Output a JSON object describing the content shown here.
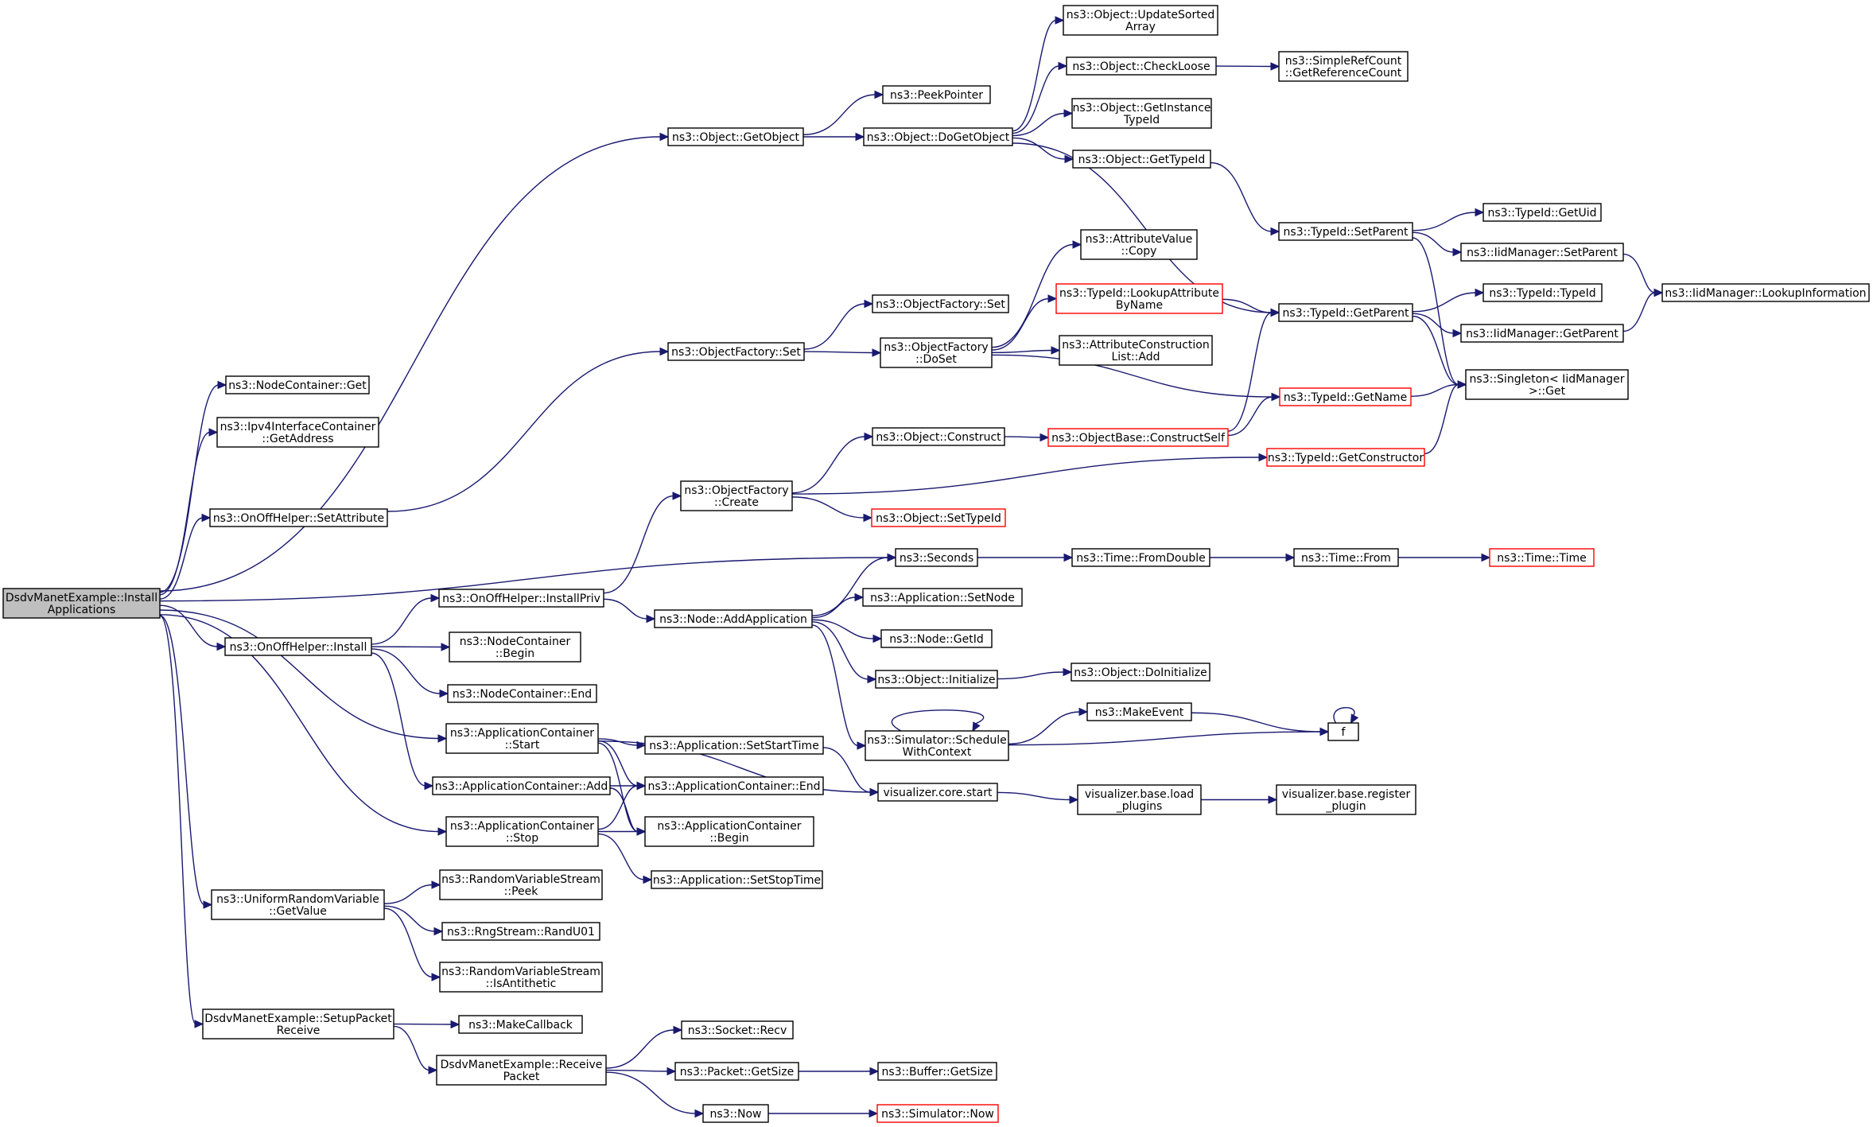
{
  "diagram": {
    "colors": {
      "edge": "#191970",
      "box_border": "#000000",
      "truncated_border": "#ff0000",
      "root_fill": "#bfbfbf",
      "box_fill": "#ffffff"
    },
    "nodes": [
      {
        "id": "root",
        "lines": [
          "DsdvManetExample::Install",
          "Applications"
        ],
        "style": "root"
      },
      {
        "id": "nc_get",
        "lines": [
          "ns3::NodeContainer::Get"
        ]
      },
      {
        "id": "ipv4",
        "lines": [
          "ns3::Ipv4InterfaceContainer",
          "::GetAddress"
        ]
      },
      {
        "id": "onoff_setattr",
        "lines": [
          "ns3::OnOffHelper::SetAttribute"
        ]
      },
      {
        "id": "onoff_install",
        "lines": [
          "ns3::OnOffHelper::Install"
        ]
      },
      {
        "id": "ac_start",
        "lines": [
          "ns3::ApplicationContainer",
          "::Start"
        ]
      },
      {
        "id": "ac_add",
        "lines": [
          "ns3::ApplicationContainer::Add"
        ]
      },
      {
        "id": "ac_stop",
        "lines": [
          "ns3::ApplicationContainer",
          "::Stop"
        ]
      },
      {
        "id": "urv_getvalue",
        "lines": [
          "ns3::UniformRandomVariable",
          "::GetValue"
        ]
      },
      {
        "id": "setup_recv",
        "lines": [
          "DsdvManetExample::SetupPacket",
          "Receive"
        ]
      },
      {
        "id": "installpriv",
        "lines": [
          "ns3::OnOffHelper::InstallPriv"
        ]
      },
      {
        "id": "nc_begin",
        "lines": [
          "ns3::NodeContainer",
          "::Begin"
        ]
      },
      {
        "id": "nc_end",
        "lines": [
          "ns3::NodeContainer::End"
        ]
      },
      {
        "id": "rvs_peek",
        "lines": [
          "ns3::RandomVariableStream",
          "::Peek"
        ]
      },
      {
        "id": "randu01",
        "lines": [
          "ns3::RngStream::RandU01"
        ]
      },
      {
        "id": "rvs_anti",
        "lines": [
          "ns3::RandomVariableStream",
          "::IsAntithetic"
        ]
      },
      {
        "id": "makecallback",
        "lines": [
          "ns3::MakeCallback"
        ]
      },
      {
        "id": "receivepacket",
        "lines": [
          "DsdvManetExample::Receive",
          "Packet"
        ]
      },
      {
        "id": "obj_getobject",
        "lines": [
          "ns3::Object::GetObject"
        ]
      },
      {
        "id": "of_set1",
        "lines": [
          "ns3::ObjectFactory::Set"
        ]
      },
      {
        "id": "of_create",
        "lines": [
          "ns3::ObjectFactory",
          "::Create"
        ]
      },
      {
        "id": "node_addapp",
        "lines": [
          "ns3::Node::AddApplication"
        ]
      },
      {
        "id": "app_setstart",
        "lines": [
          "ns3::Application::SetStartTime"
        ]
      },
      {
        "id": "ac_end",
        "lines": [
          "ns3::ApplicationContainer::End"
        ]
      },
      {
        "id": "ac_begin",
        "lines": [
          "ns3::ApplicationContainer",
          "::Begin"
        ]
      },
      {
        "id": "app_setstop",
        "lines": [
          "ns3::Application::SetStopTime"
        ]
      },
      {
        "id": "socket_recv",
        "lines": [
          "ns3::Socket::Recv"
        ]
      },
      {
        "id": "packet_getsize",
        "lines": [
          "ns3::Packet::GetSize"
        ]
      },
      {
        "id": "now",
        "lines": [
          "ns3::Now"
        ]
      },
      {
        "id": "peekpointer",
        "lines": [
          "ns3::PeekPointer"
        ]
      },
      {
        "id": "obj_dogetobject",
        "lines": [
          "ns3::Object::DoGetObject"
        ]
      },
      {
        "id": "of_set2",
        "lines": [
          "ns3::ObjectFactory::Set"
        ]
      },
      {
        "id": "of_doset",
        "lines": [
          "ns3::ObjectFactory",
          "::DoSet"
        ]
      },
      {
        "id": "obj_construct",
        "lines": [
          "ns3::Object::Construct"
        ]
      },
      {
        "id": "obj_settypeid",
        "lines": [
          "ns3::Object::SetTypeId"
        ],
        "style": "red"
      },
      {
        "id": "seconds",
        "lines": [
          "ns3::Seconds"
        ]
      },
      {
        "id": "app_setnode",
        "lines": [
          "ns3::Application::SetNode"
        ]
      },
      {
        "id": "node_getid",
        "lines": [
          "ns3::Node::GetId"
        ]
      },
      {
        "id": "obj_initialize",
        "lines": [
          "ns3::Object::Initialize"
        ]
      },
      {
        "id": "sim_schedctx",
        "lines": [
          "ns3::Simulator::Schedule",
          "WithContext"
        ]
      },
      {
        "id": "viz_start",
        "lines": [
          "visualizer.core.start"
        ]
      },
      {
        "id": "buffer_getsize",
        "lines": [
          "ns3::Buffer::GetSize"
        ]
      },
      {
        "id": "sim_now",
        "lines": [
          "ns3::Simulator::Now"
        ],
        "style": "red"
      },
      {
        "id": "obj_updatesorted",
        "lines": [
          "ns3::Object::UpdateSorted",
          "Array"
        ]
      },
      {
        "id": "obj_checkloose",
        "lines": [
          "ns3::Object::CheckLoose"
        ]
      },
      {
        "id": "obj_getinstance",
        "lines": [
          "ns3::Object::GetInstance",
          "TypeId"
        ]
      },
      {
        "id": "obj_gettypeid",
        "lines": [
          "ns3::Object::GetTypeId"
        ]
      },
      {
        "id": "attr_copy",
        "lines": [
          "ns3::AttributeValue",
          "::Copy"
        ]
      },
      {
        "id": "typeid_lookupattr",
        "lines": [
          "ns3::TypeId::LookupAttribute",
          "ByName"
        ],
        "style": "red"
      },
      {
        "id": "attrcons_add",
        "lines": [
          "ns3::AttributeConstruction",
          "List::Add"
        ]
      },
      {
        "id": "objbase_constructself",
        "lines": [
          "ns3::ObjectBase::ConstructSelf"
        ],
        "style": "red"
      },
      {
        "id": "time_fromdouble",
        "lines": [
          "ns3::Time::FromDouble"
        ]
      },
      {
        "id": "obj_doinitialize",
        "lines": [
          "ns3::Object::DoInitialize"
        ]
      },
      {
        "id": "makeevent",
        "lines": [
          "ns3::MakeEvent"
        ]
      },
      {
        "id": "viz_loadplugins",
        "lines": [
          "visualizer.base.load",
          "_plugins"
        ]
      },
      {
        "id": "simplerefcount",
        "lines": [
          "ns3::SimpleRefCount",
          "::GetReferenceCount"
        ]
      },
      {
        "id": "typeid_setparent",
        "lines": [
          "ns3::TypeId::SetParent"
        ]
      },
      {
        "id": "typeid_getparent",
        "lines": [
          "ns3::TypeId::GetParent"
        ]
      },
      {
        "id": "typeid_getname",
        "lines": [
          "ns3::TypeId::GetName"
        ],
        "style": "red"
      },
      {
        "id": "typeid_getconstructor",
        "lines": [
          "ns3::TypeId::GetConstructor"
        ],
        "style": "red"
      },
      {
        "id": "time_from",
        "lines": [
          "ns3::Time::From"
        ]
      },
      {
        "id": "f",
        "lines": [
          "f"
        ]
      },
      {
        "id": "viz_register",
        "lines": [
          "visualizer.base.register",
          "_plugin"
        ]
      },
      {
        "id": "typeid_getuid",
        "lines": [
          "ns3::TypeId::GetUid"
        ]
      },
      {
        "id": "iid_setparent",
        "lines": [
          "ns3::IidManager::SetParent"
        ]
      },
      {
        "id": "typeid_typeid",
        "lines": [
          "ns3::TypeId::TypeId"
        ]
      },
      {
        "id": "iid_getparent",
        "lines": [
          "ns3::IidManager::GetParent"
        ]
      },
      {
        "id": "singleton_get",
        "lines": [
          "ns3::Singleton< IidManager",
          " >::Get"
        ]
      },
      {
        "id": "time_time",
        "lines": [
          "ns3::Time::Time"
        ],
        "style": "red"
      },
      {
        "id": "iid_lookupinfo",
        "lines": [
          "ns3::IidManager::LookupInformation"
        ]
      }
    ],
    "edges": [
      [
        "root",
        "nc_get"
      ],
      [
        "root",
        "ipv4"
      ],
      [
        "root",
        "onoff_setattr"
      ],
      [
        "root",
        "onoff_install"
      ],
      [
        "root",
        "ac_start"
      ],
      [
        "root",
        "ac_stop"
      ],
      [
        "root",
        "urv_getvalue"
      ],
      [
        "root",
        "setup_recv"
      ],
      [
        "root",
        "obj_getobject"
      ],
      [
        "root",
        "seconds"
      ],
      [
        "onoff_setattr",
        "of_set1"
      ],
      [
        "onoff_install",
        "installpriv"
      ],
      [
        "onoff_install",
        "nc_begin"
      ],
      [
        "onoff_install",
        "nc_end"
      ],
      [
        "onoff_install",
        "ac_add"
      ],
      [
        "ac_start",
        "app_setstart"
      ],
      [
        "ac_start",
        "ac_end"
      ],
      [
        "ac_start",
        "ac_begin"
      ],
      [
        "ac_start",
        "viz_start"
      ],
      [
        "ac_add",
        "ac_end"
      ],
      [
        "ac_add",
        "ac_begin"
      ],
      [
        "ac_stop",
        "ac_end"
      ],
      [
        "ac_stop",
        "ac_begin"
      ],
      [
        "ac_stop",
        "app_setstop"
      ],
      [
        "urv_getvalue",
        "rvs_peek"
      ],
      [
        "urv_getvalue",
        "randu01"
      ],
      [
        "urv_getvalue",
        "rvs_anti"
      ],
      [
        "setup_recv",
        "makecallback"
      ],
      [
        "setup_recv",
        "receivepacket"
      ],
      [
        "receivepacket",
        "socket_recv"
      ],
      [
        "receivepacket",
        "packet_getsize"
      ],
      [
        "receivepacket",
        "now"
      ],
      [
        "installpriv",
        "of_create"
      ],
      [
        "installpriv",
        "node_addapp"
      ],
      [
        "obj_getobject",
        "peekpointer"
      ],
      [
        "obj_getobject",
        "obj_dogetobject"
      ],
      [
        "of_set1",
        "of_set2"
      ],
      [
        "of_set1",
        "of_doset"
      ],
      [
        "of_create",
        "obj_construct"
      ],
      [
        "of_create",
        "obj_settypeid"
      ],
      [
        "of_create",
        "typeid_getconstructor"
      ],
      [
        "node_addapp",
        "seconds"
      ],
      [
        "node_addapp",
        "app_setnode"
      ],
      [
        "node_addapp",
        "node_getid"
      ],
      [
        "node_addapp",
        "obj_initialize"
      ],
      [
        "node_addapp",
        "sim_schedctx"
      ],
      [
        "app_setstart",
        "viz_start"
      ],
      [
        "packet_getsize",
        "buffer_getsize"
      ],
      [
        "now",
        "sim_now"
      ],
      [
        "obj_dogetobject",
        "obj_updatesorted"
      ],
      [
        "obj_dogetobject",
        "obj_checkloose"
      ],
      [
        "obj_dogetobject",
        "obj_getinstance"
      ],
      [
        "obj_dogetobject",
        "obj_gettypeid"
      ],
      [
        "obj_dogetobject",
        "typeid_getparent"
      ],
      [
        "of_doset",
        "attr_copy"
      ],
      [
        "of_doset",
        "typeid_lookupattr"
      ],
      [
        "of_doset",
        "attrcons_add"
      ],
      [
        "of_doset",
        "typeid_getname"
      ],
      [
        "obj_construct",
        "objbase_constructself"
      ],
      [
        "seconds",
        "time_fromdouble"
      ],
      [
        "obj_initialize",
        "obj_doinitialize"
      ],
      [
        "sim_schedctx",
        "sim_schedctx"
      ],
      [
        "sim_schedctx",
        "makeevent"
      ],
      [
        "sim_schedctx",
        "f"
      ],
      [
        "viz_start",
        "viz_loadplugins"
      ],
      [
        "obj_checkloose",
        "simplerefcount"
      ],
      [
        "obj_gettypeid",
        "typeid_setparent"
      ],
      [
        "typeid_lookupattr",
        "typeid_getparent"
      ],
      [
        "objbase_constructself",
        "typeid_getparent"
      ],
      [
        "objbase_constructself",
        "typeid_getname"
      ],
      [
        "time_fromdouble",
        "time_from"
      ],
      [
        "makeevent",
        "f"
      ],
      [
        "viz_loadplugins",
        "viz_register"
      ],
      [
        "typeid_setparent",
        "typeid_getuid"
      ],
      [
        "typeid_setparent",
        "iid_setparent"
      ],
      [
        "typeid_setparent",
        "singleton_get"
      ],
      [
        "typeid_getparent",
        "typeid_typeid"
      ],
      [
        "typeid_getparent",
        "iid_getparent"
      ],
      [
        "typeid_getparent",
        "singleton_get"
      ],
      [
        "typeid_getname",
        "singleton_get"
      ],
      [
        "typeid_getconstructor",
        "singleton_get"
      ],
      [
        "time_from",
        "time_time"
      ],
      [
        "f",
        "f"
      ],
      [
        "iid_setparent",
        "iid_lookupinfo"
      ],
      [
        "iid_getparent",
        "iid_lookupinfo"
      ]
    ]
  }
}
